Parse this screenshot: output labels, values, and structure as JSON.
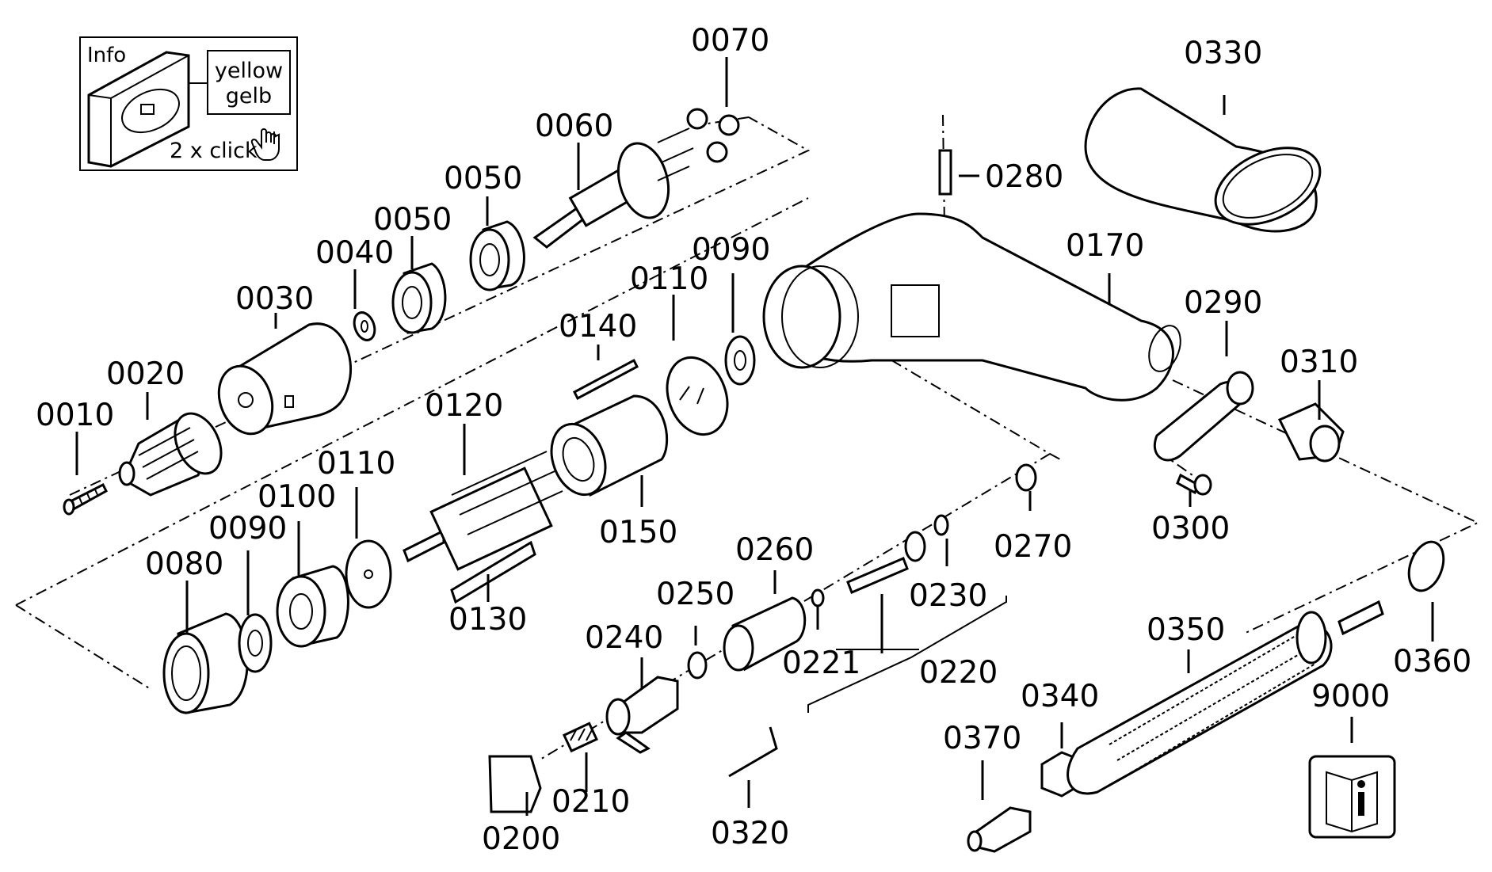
{
  "info_box": {
    "title": "Info",
    "color_en": "yellow",
    "color_de": "gelb",
    "click_hint": "2 x click",
    "icon": "pointing-hand-icon"
  },
  "parts": [
    {
      "id": "0010"
    },
    {
      "id": "0020"
    },
    {
      "id": "0030"
    },
    {
      "id": "0040"
    },
    {
      "id": "0050a",
      "label": "0050"
    },
    {
      "id": "0050b",
      "label": "0050"
    },
    {
      "id": "0060"
    },
    {
      "id": "0070"
    },
    {
      "id": "0080"
    },
    {
      "id": "0090a",
      "label": "0090"
    },
    {
      "id": "0090b",
      "label": "0090"
    },
    {
      "id": "0100"
    },
    {
      "id": "0110a",
      "label": "0110"
    },
    {
      "id": "0110b",
      "label": "0110"
    },
    {
      "id": "0120"
    },
    {
      "id": "0130"
    },
    {
      "id": "0140"
    },
    {
      "id": "0150"
    },
    {
      "id": "0170"
    },
    {
      "id": "0200"
    },
    {
      "id": "0210"
    },
    {
      "id": "0220"
    },
    {
      "id": "0221"
    },
    {
      "id": "0230"
    },
    {
      "id": "0240"
    },
    {
      "id": "0250"
    },
    {
      "id": "0260"
    },
    {
      "id": "0270"
    },
    {
      "id": "0280"
    },
    {
      "id": "0290"
    },
    {
      "id": "0300"
    },
    {
      "id": "0310"
    },
    {
      "id": "0320"
    },
    {
      "id": "0330"
    },
    {
      "id": "0340"
    },
    {
      "id": "0350"
    },
    {
      "id": "0360"
    },
    {
      "id": "0370"
    },
    {
      "id": "9000"
    }
  ],
  "labels": {
    "p0010": "0010",
    "p0020": "0020",
    "p0030": "0030",
    "p0040": "0040",
    "p0050a": "0050",
    "p0050b": "0050",
    "p0060": "0060",
    "p0070": "0070",
    "p0080": "0080",
    "p0090a": "0090",
    "p0090b": "0090",
    "p0100": "0100",
    "p0110a": "0110",
    "p0110b": "0110",
    "p0120": "0120",
    "p0130": "0130",
    "p0140": "0140",
    "p0150": "0150",
    "p0170": "0170",
    "p0200": "0200",
    "p0210": "0210",
    "p0220": "0220",
    "p0221": "0221",
    "p0230": "0230",
    "p0240": "0240",
    "p0250": "0250",
    "p0260": "0260",
    "p0270": "0270",
    "p0280": "0280",
    "p0290": "0290",
    "p0300": "0300",
    "p0310": "0310",
    "p0320": "0320",
    "p0330": "0330",
    "p0340": "0340",
    "p0350": "0350",
    "p0360": "0360",
    "p0370": "0370",
    "p9000": "9000"
  },
  "manual_icon": "manual-info-icon"
}
